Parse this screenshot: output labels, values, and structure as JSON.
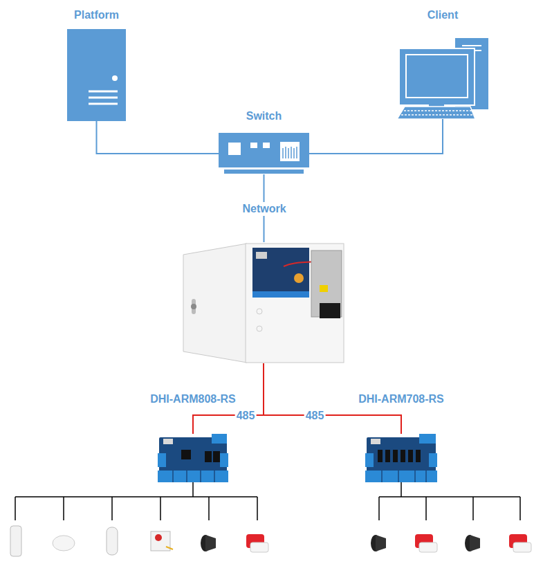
{
  "diagram": {
    "nodes": [
      {
        "text": [
          "Platform"
        ]
      },
      {
        "text": [
          "Client"
        ]
      },
      {
        "text": [
          "Switch"
        ]
      },
      {
        "text": []
      },
      {
        "text": [
          "DHI-ARM808-RS"
        ]
      },
      {
        "text": [
          "DHI-ARM708-RS"
        ]
      }
    ],
    "edges": [
      {
        "from": 0,
        "to": 2,
        "arrow": "none"
      },
      {
        "from": 2,
        "to": 1,
        "arrow": "none"
      },
      {
        "from": 2,
        "to": 3,
        "label": "Network",
        "arrow": "none"
      },
      {
        "from": 3,
        "to": 4,
        "label": "485",
        "arrow": "none"
      },
      {
        "from": 3,
        "to": 5,
        "label": "485",
        "arrow": "none"
      }
    ]
  }
}
